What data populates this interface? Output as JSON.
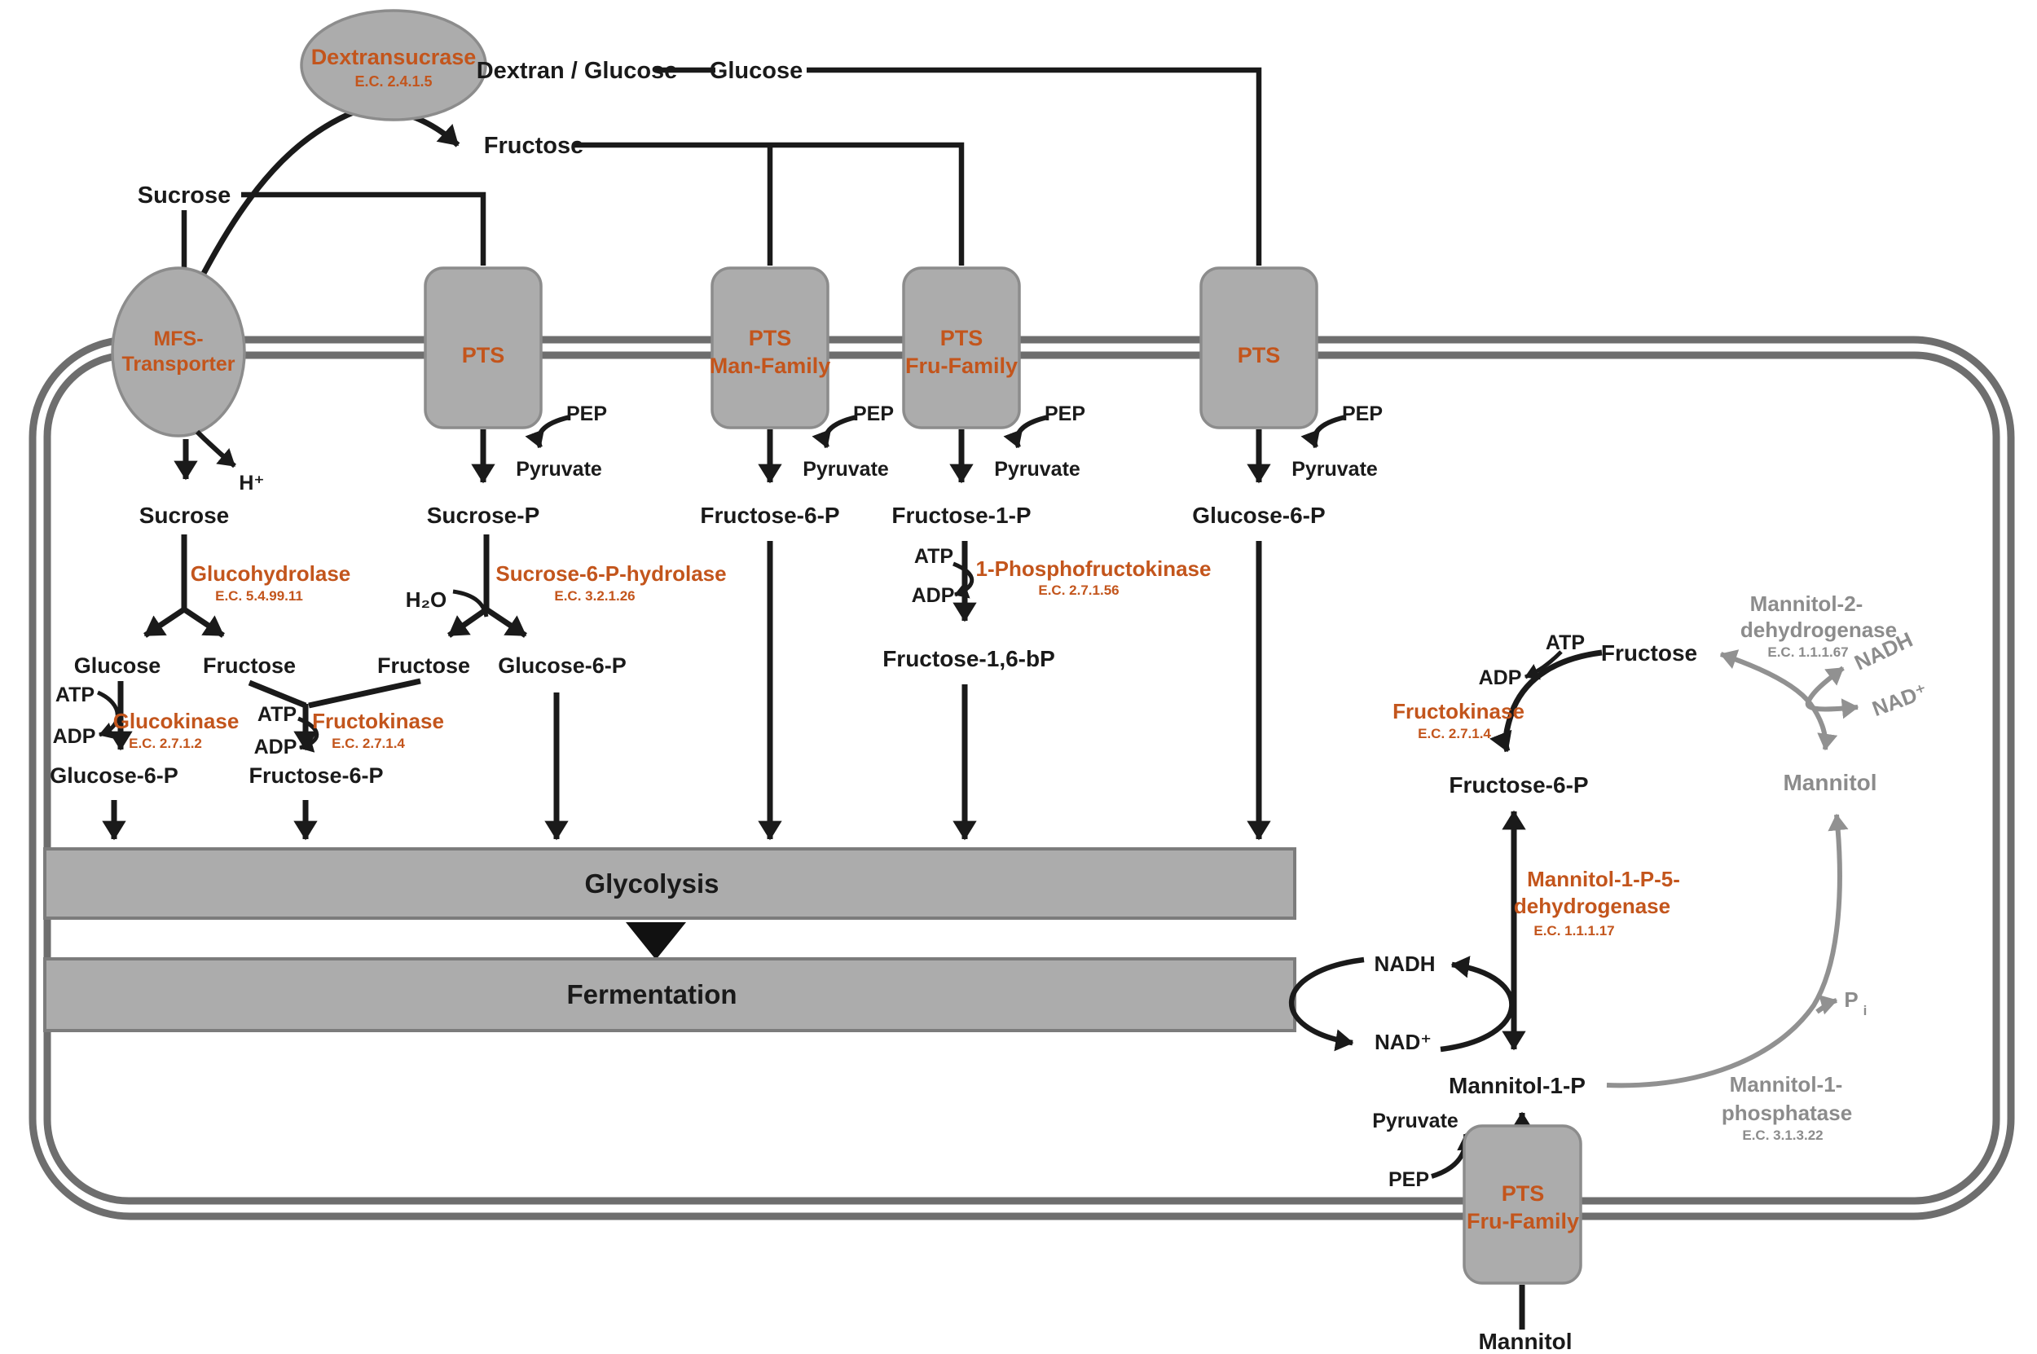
{
  "labels": {
    "pep": "PEP",
    "pyruvate": "Pyruvate",
    "atp": "ATP",
    "adp": "ADP",
    "nadh": "NADH",
    "nad_plus": "NAD⁺",
    "h_plus": "H⁺",
    "h2o": "H₂O",
    "pi_base": "P",
    "pi_sub": "i"
  },
  "extracellular": {
    "dextransucrase": {
      "name": "Dextransucrase",
      "ec": "E.C. 2.4.1.5"
    },
    "dextran_glucose": "Dextran / Glucose",
    "glucose": "Glucose",
    "fructose": "Fructose",
    "sucrose": "Sucrose",
    "mannitol": "Mannitol"
  },
  "transporters": {
    "mfs": {
      "line1": "MFS-",
      "line2": "Transporter"
    },
    "pts_sucrose": "PTS",
    "pts_man": {
      "line1": "PTS",
      "line2": "Man-Family"
    },
    "pts_fru": {
      "line1": "PTS",
      "line2": "Fru-Family"
    },
    "pts_glucose": "PTS",
    "pts_mannitol": {
      "line1": "PTS",
      "line2": "Fru-Family"
    }
  },
  "metabolites": {
    "sucrose_in": "Sucrose",
    "sucrose_p": "Sucrose-P",
    "fructose_6p": "Fructose-6-P",
    "fructose_1p": "Fructose-1-P",
    "glucose_6p": "Glucose-6-P",
    "glucose": "Glucose",
    "fructose": "Fructose",
    "fructose_16bp": "Fructose-1,6-bP",
    "mannitol_1p": "Mannitol-1-P",
    "mannitol": "Mannitol"
  },
  "enzymes": {
    "glucohydrolase": {
      "name": "Glucohydrolase",
      "ec": "E.C. 5.4.99.11"
    },
    "sucrose_6p_hydrolase": {
      "name": "Sucrose-6-P-hydrolase",
      "ec": "E.C. 3.2.1.26"
    },
    "glucokinase": {
      "name": "Glucokinase",
      "ec": "E.C. 2.7.1.2"
    },
    "fructokinase": {
      "name": "Fructokinase",
      "ec": "E.C. 2.7.1.4"
    },
    "phosphofructokinase": {
      "name": "1-Phosphofructokinase",
      "ec": "E.C. 2.7.1.56"
    },
    "mannitol_1p5_dehydrogenase": {
      "line1": "Mannitol-1-P-5-",
      "line2": "dehydrogenase",
      "ec": "E.C. 1.1.1.17"
    },
    "mannitol_2_dehydrogenase": {
      "line1": "Mannitol-2-",
      "line2": "dehydrogenase",
      "ec": "E.C. 1.1.1.67"
    },
    "mannitol_1_phosphatase": {
      "line1": "Mannitol-1-",
      "line2": "phosphatase",
      "ec": "E.C. 3.1.3.22"
    }
  },
  "processes": {
    "glycolysis": "Glycolysis",
    "fermentation": "Fermentation"
  },
  "colors": {
    "accent_orange": "#C3551C",
    "shape_fill": "#ACACAC",
    "shape_stroke": "#8C8C8C",
    "membrane_gray": "#6E6E6E",
    "pathway_gray": "#919191",
    "gray_text": "#8C8C8C",
    "text_black": "#1A1A1A"
  }
}
